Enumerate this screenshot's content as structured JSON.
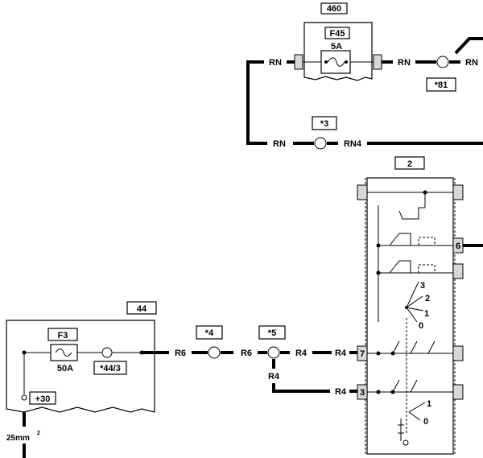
{
  "components": {
    "relay_box_460": "460",
    "fuse_f45": "F45",
    "fuse_f45_rating": "5A",
    "connector_81": "*81",
    "connector_3": "*3",
    "module_2": "2",
    "fuse_box_44": "44",
    "fuse_f3": "F3",
    "fuse_f3_rating": "50A",
    "connector_44_3": "*44/3",
    "terminal_30": "+30",
    "connector_4": "*4",
    "connector_5": "*5",
    "pin_6": "6",
    "pin_7": "7",
    "pin_3": "3",
    "cable_size": "25mm"
  },
  "wire_labels": {
    "rn": "RN",
    "rn4": "RN4",
    "r6": "R6",
    "r4": "R4"
  },
  "switch_positions": {
    "p3": "3",
    "p2": "2",
    "p1": "1",
    "p0": "0",
    "lower1": "1",
    "lower0": "0"
  }
}
